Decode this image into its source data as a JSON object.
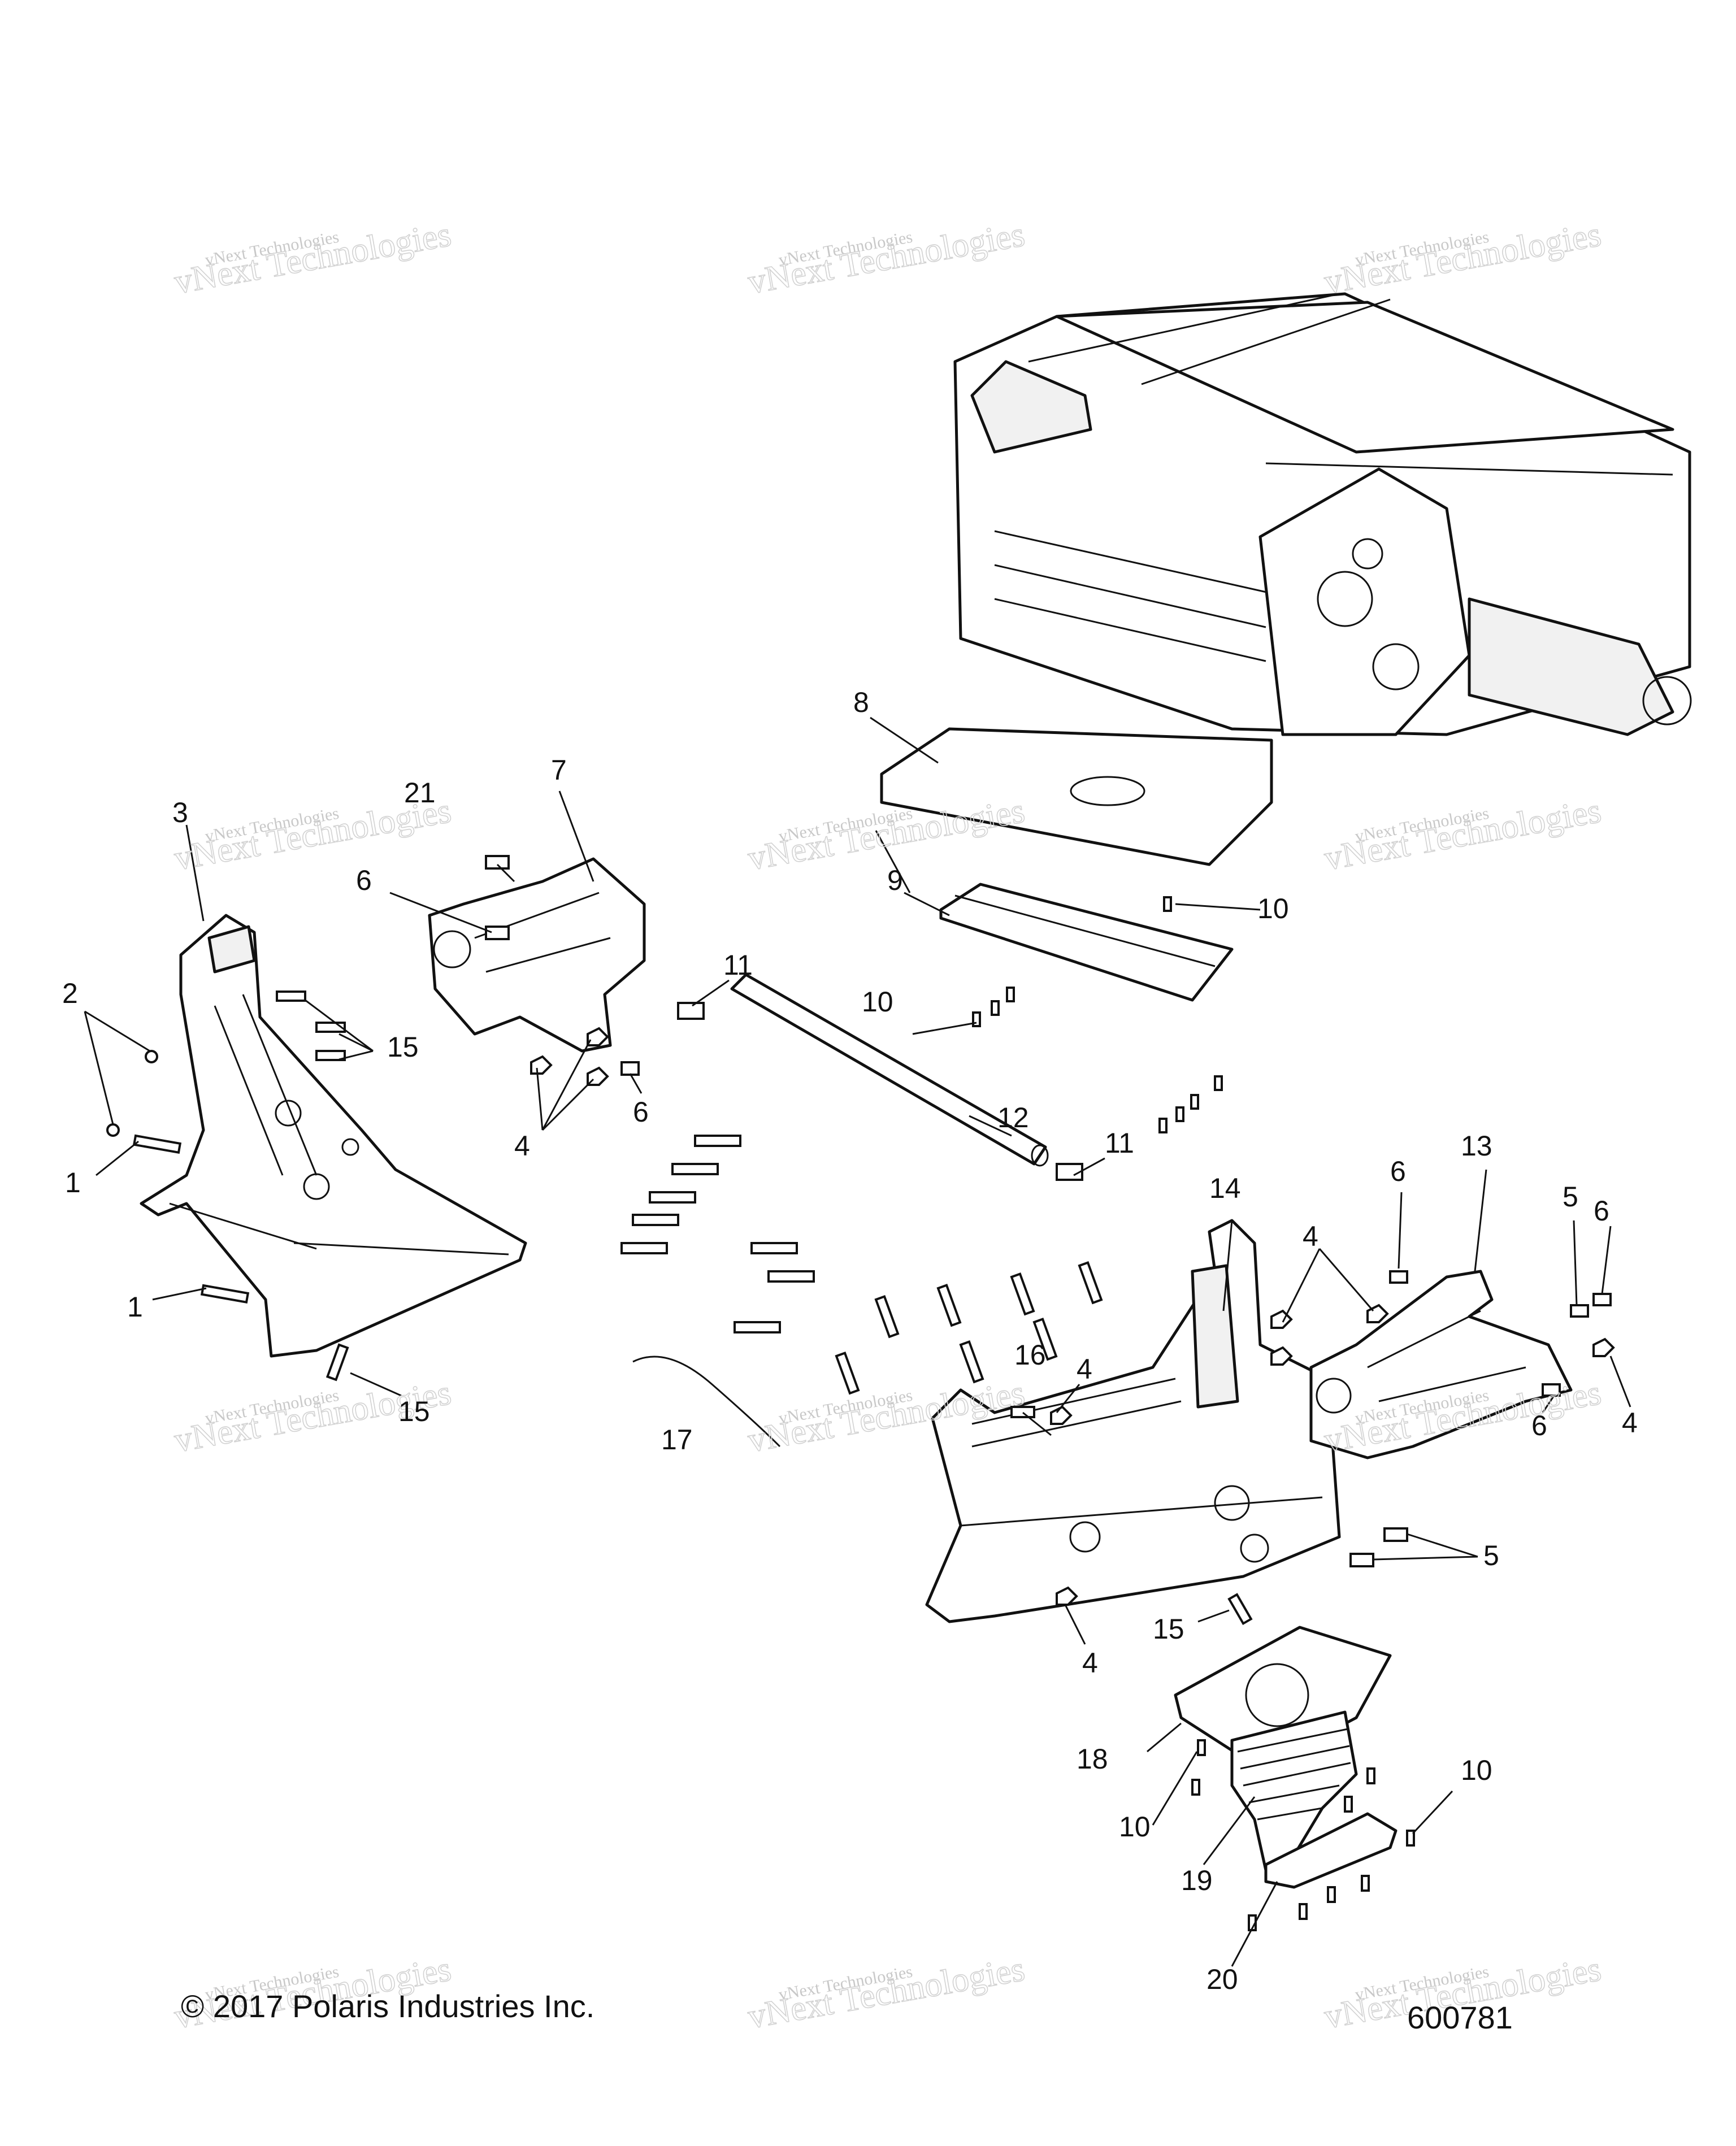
{
  "callouts": [
    {
      "id": "c1a",
      "text": "1"
    },
    {
      "id": "c1b",
      "text": "1"
    },
    {
      "id": "c2",
      "text": "2"
    },
    {
      "id": "c3",
      "text": "3"
    },
    {
      "id": "c4a",
      "text": "4"
    },
    {
      "id": "c4b",
      "text": "4"
    },
    {
      "id": "c4c",
      "text": "4"
    },
    {
      "id": "c4d",
      "text": "4"
    },
    {
      "id": "c4e",
      "text": "4"
    },
    {
      "id": "c5a",
      "text": "5"
    },
    {
      "id": "c5b",
      "text": "5"
    },
    {
      "id": "c6a",
      "text": "6"
    },
    {
      "id": "c6b",
      "text": "6"
    },
    {
      "id": "c6c",
      "text": "6"
    },
    {
      "id": "c6d",
      "text": "6"
    },
    {
      "id": "c6e",
      "text": "6"
    },
    {
      "id": "c7",
      "text": "7"
    },
    {
      "id": "c8",
      "text": "8"
    },
    {
      "id": "c9",
      "text": "9"
    },
    {
      "id": "c10a",
      "text": "10"
    },
    {
      "id": "c10b",
      "text": "10"
    },
    {
      "id": "c10c",
      "text": "10"
    },
    {
      "id": "c10d",
      "text": "10"
    },
    {
      "id": "c11a",
      "text": "11"
    },
    {
      "id": "c11b",
      "text": "11"
    },
    {
      "id": "c12",
      "text": "12"
    },
    {
      "id": "c13",
      "text": "13"
    },
    {
      "id": "c14",
      "text": "14"
    },
    {
      "id": "c15a",
      "text": "15"
    },
    {
      "id": "c15b",
      "text": "15"
    },
    {
      "id": "c15c",
      "text": "15"
    },
    {
      "id": "c16",
      "text": "16"
    },
    {
      "id": "c17",
      "text": "17"
    },
    {
      "id": "c18",
      "text": "18"
    },
    {
      "id": "c19",
      "text": "19"
    },
    {
      "id": "c20",
      "text": "20"
    },
    {
      "id": "c21",
      "text": "21"
    }
  ],
  "watermark": {
    "line1": "vNext Technologies",
    "line2": "vNext Technologies"
  },
  "footer": {
    "copyright": "© 2017 Polaris Industries Inc.",
    "drawing_number": "600781"
  }
}
